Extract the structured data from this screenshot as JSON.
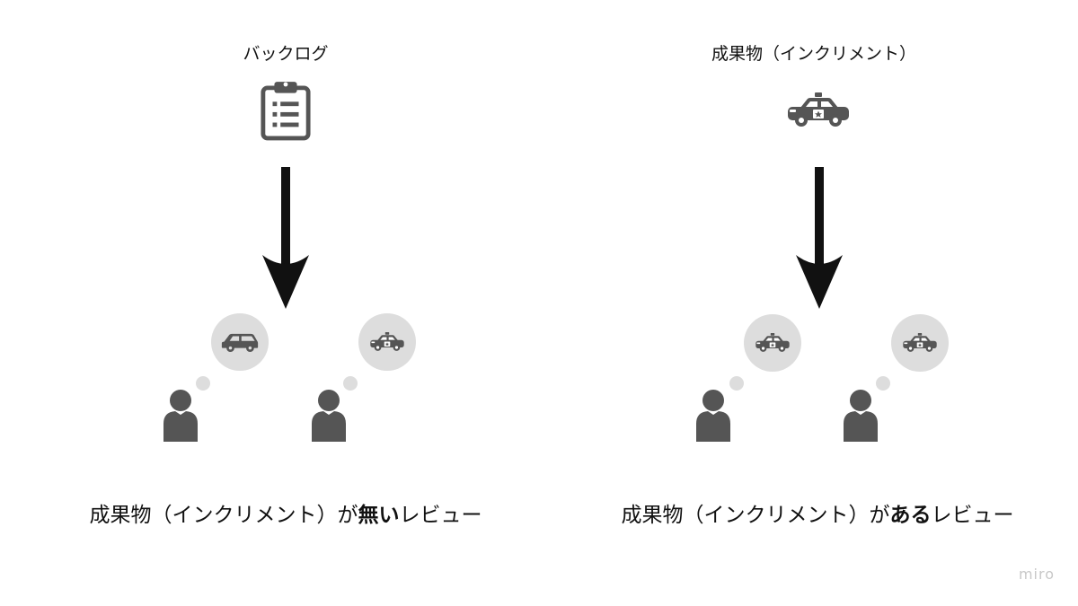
{
  "panels": [
    {
      "title": "バックログ",
      "caption": {
        "before": "成果物（インクリメント）が",
        "bold": "無い",
        "after": "レビュー"
      },
      "source_icon": "clipboard-list-icon",
      "bubble_icons": [
        "car-icon",
        "taxi-icon"
      ]
    },
    {
      "title": "成果物（インクリメント）",
      "caption": {
        "before": "成果物（インクリメント）が",
        "bold": "ある",
        "after": "レビュー"
      },
      "source_icon": "taxi-icon",
      "bubble_icons": [
        "taxi-icon",
        "taxi-icon"
      ]
    }
  ],
  "watermark": "miro",
  "colors": {
    "icon": "#555555",
    "bubble": "#dddddd",
    "arrow": "#111111",
    "text": "#111111",
    "watermark": "#c8c8c8"
  }
}
